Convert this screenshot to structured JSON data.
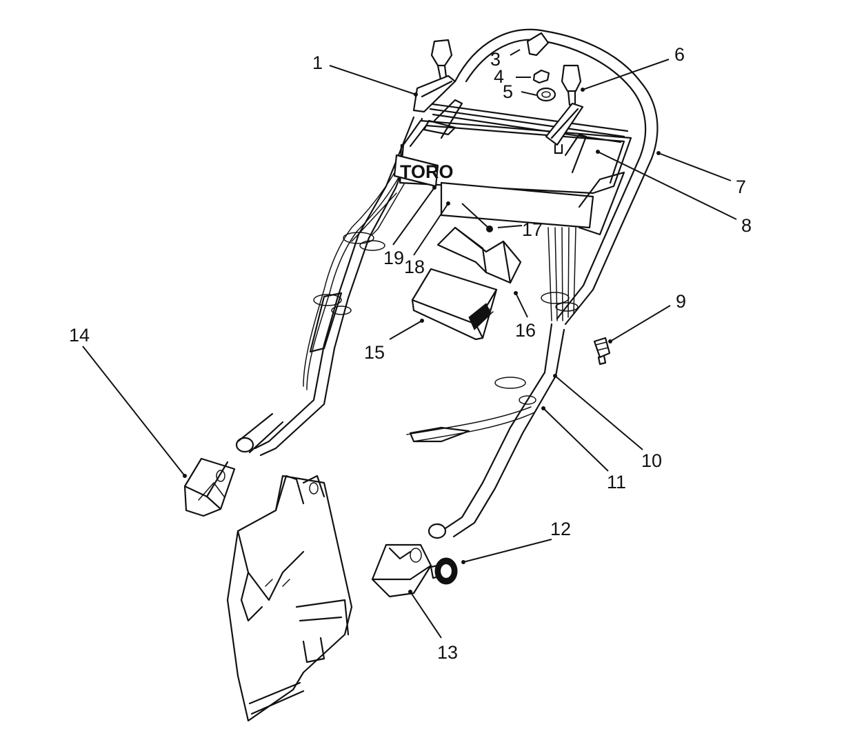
{
  "callouts": {
    "c1": "1",
    "c2": "3",
    "c3": "4",
    "c4": "5",
    "c5": "6",
    "c6": "7",
    "c7": "8",
    "c8": "9",
    "c9": "10",
    "c10": "11",
    "c11": "12",
    "c12": "13",
    "c13": "14",
    "c14": "15",
    "c15": "16",
    "c16": "17",
    "c17": "18",
    "c18": "19"
  },
  "brand_logo_text": "TORO"
}
